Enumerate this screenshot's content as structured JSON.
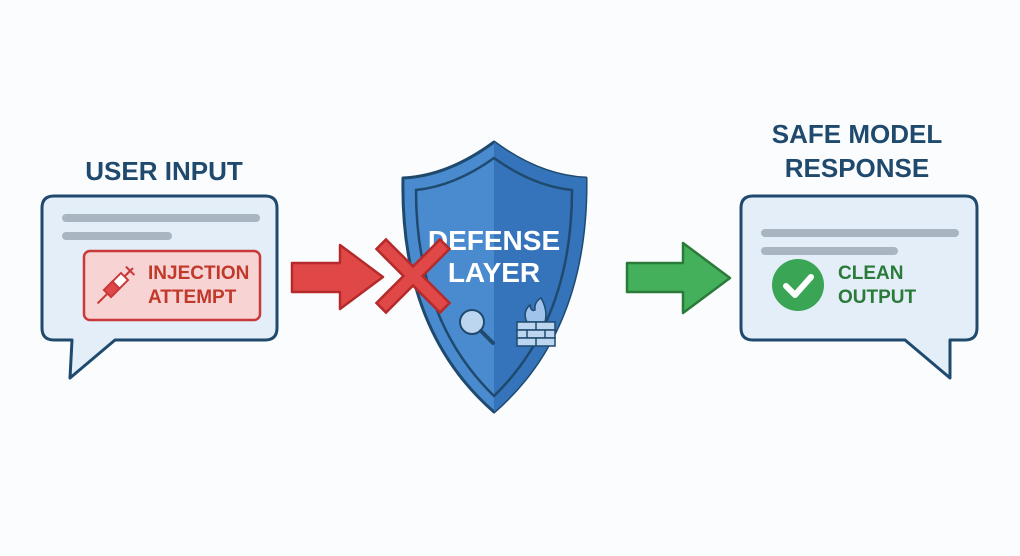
{
  "user_input": {
    "title": "USER INPUT",
    "badge_line1": "INJECTION",
    "badge_line2": "ATTEMPT",
    "badge_icon": "syringe-icon"
  },
  "defense": {
    "line1": "DEFENSE",
    "line2": "LAYER",
    "icons": [
      "magnifier-icon",
      "firewall-icon"
    ]
  },
  "response": {
    "title_line1": "SAFE MODEL",
    "title_line2": "RESPONSE",
    "badge_line1": "CLEAN",
    "badge_line2": "OUTPUT",
    "badge_icon": "check-circle-icon"
  },
  "colors": {
    "navy": "#1f4a6e",
    "bubble": "#e3eef8",
    "red": "#e04848",
    "green": "#45b05c",
    "shield": "#3d7fc4"
  }
}
